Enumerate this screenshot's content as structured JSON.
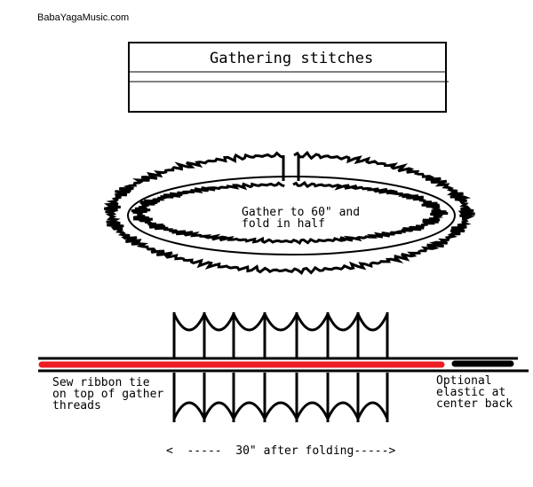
{
  "site": "BabaYagaMusic.com",
  "title": "Gathering stitches",
  "gather_note": "Gather to 60\" and\nfold in half",
  "ribbon_note": "Sew ribbon tie\non top of gather\nthreads",
  "elastic_note": "Optional\nelastic at\ncenter back",
  "fold_note": "<  -----  30\" after folding----->",
  "colors": {
    "ribbon": "#ed1c24",
    "elastic": "#000000",
    "ink": "#000000"
  }
}
